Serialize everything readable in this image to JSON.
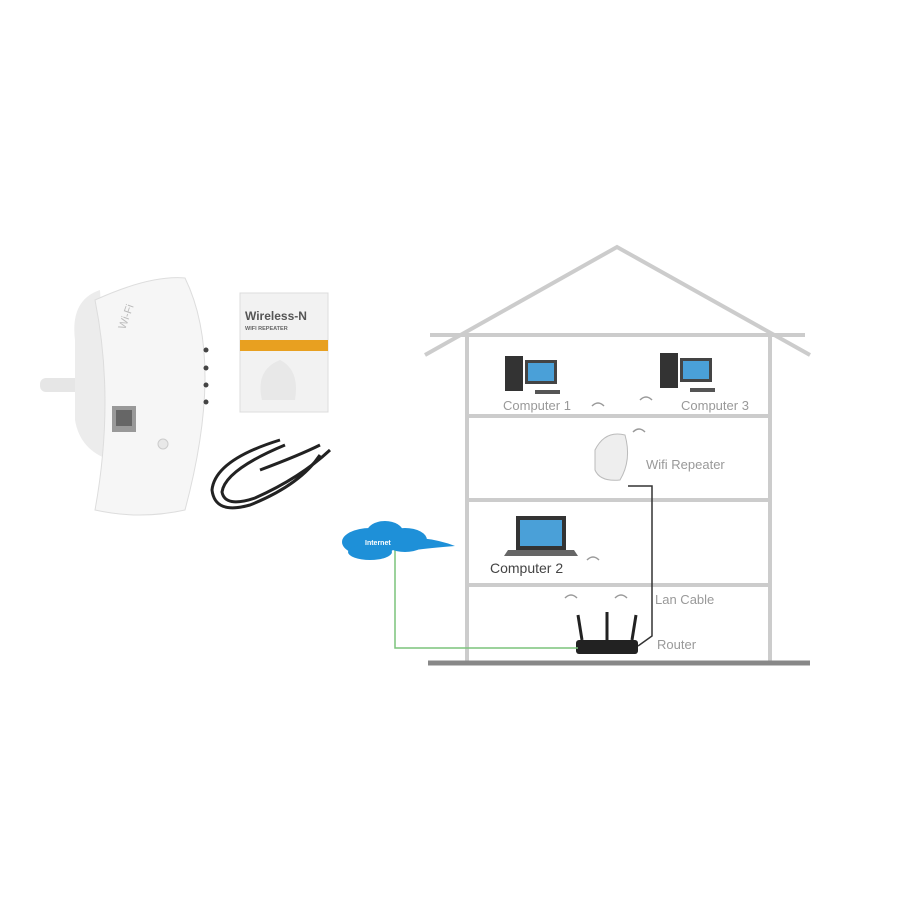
{
  "product": {
    "device_logo": "Wi-Fi",
    "manual_title": "Wireless-N",
    "manual_subtitle": "WIFI REPEATER",
    "accent_color": "#e8a020"
  },
  "diagram": {
    "cloud_label": "Internet",
    "computer1": "Computer 1",
    "computer3": "Computer 3",
    "repeater": "Wifi Repeater",
    "computer2": "Computer 2",
    "lan_cable": "Lan Cable",
    "router": "Router",
    "cloud_color": "#1e90d8",
    "internet_line_color": "#7cc47c"
  }
}
